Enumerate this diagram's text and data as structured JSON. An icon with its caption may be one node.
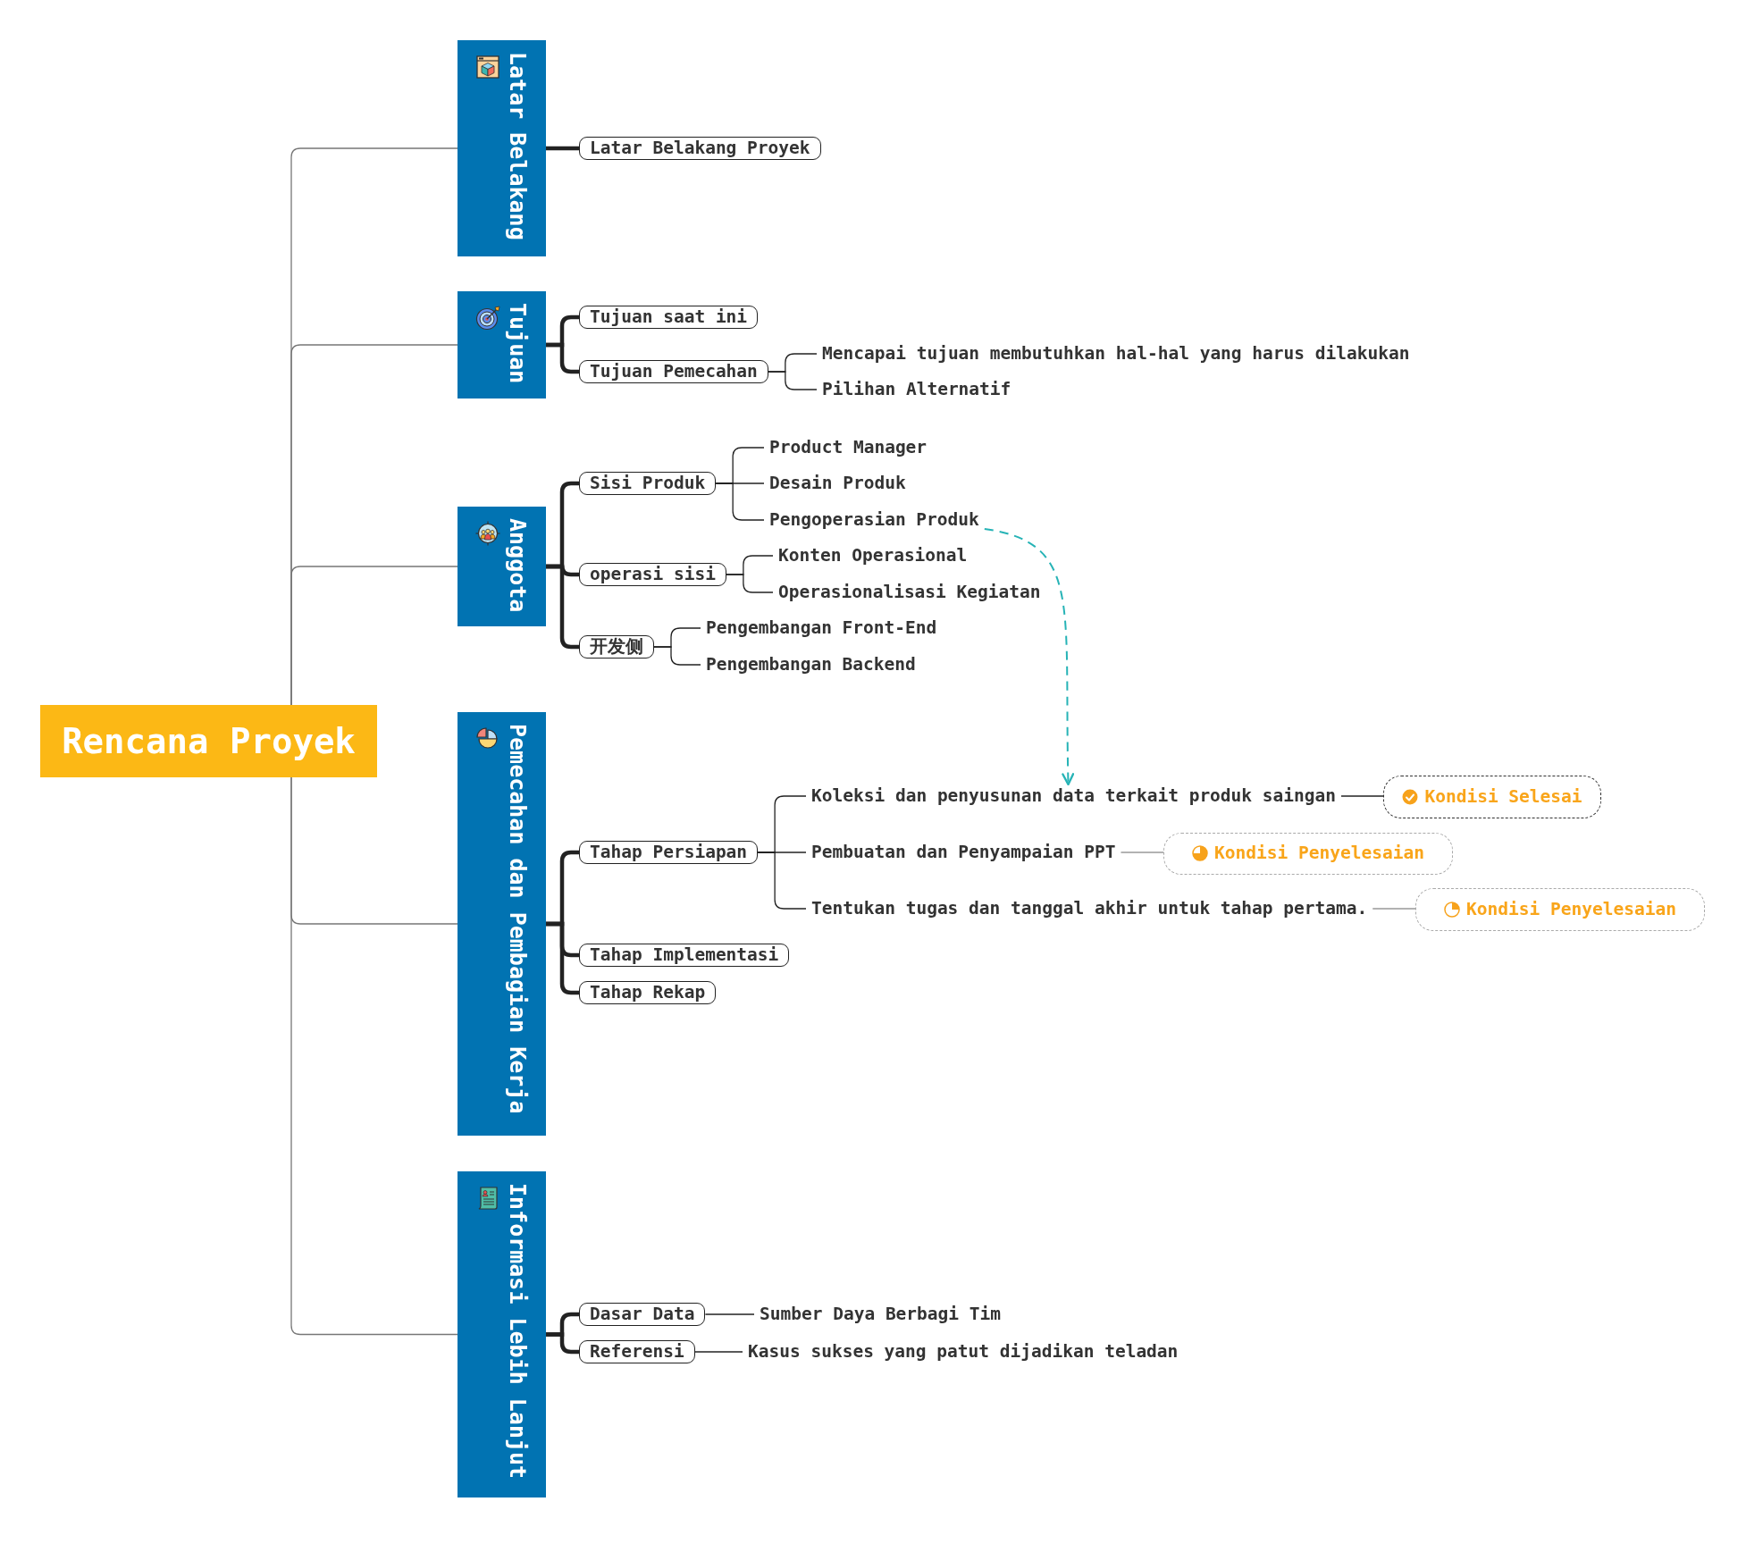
{
  "diagram": {
    "nodes": [
      {
        "text": [
          "Rencana Proyek"
        ]
      },
      {
        "text": [
          "Latar Belakang"
        ]
      },
      {
        "text": [
          "Latar Belakang Proyek"
        ]
      },
      {
        "text": [
          "Tujuan"
        ]
      },
      {
        "text": [
          "Tujuan saat ini"
        ]
      },
      {
        "text": [
          "Tujuan Pemecahan"
        ]
      },
      {
        "text": [
          "Mencapai tujuan membutuhkan hal-hal yang harus dilakukan"
        ]
      },
      {
        "text": [
          "Pilihan Alternatif"
        ]
      },
      {
        "text": [
          "Anggota"
        ]
      },
      {
        "text": [
          "Sisi Produk"
        ]
      },
      {
        "text": [
          "Product Manager"
        ]
      },
      {
        "text": [
          "Desain Produk"
        ]
      },
      {
        "text": [
          "Pengoperasian Produk"
        ]
      },
      {
        "text": [
          "operasi sisi"
        ]
      },
      {
        "text": [
          "Konten Operasional"
        ]
      },
      {
        "text": [
          "Operasionalisasi Kegiatan"
        ]
      },
      {
        "text": [
          "开发侧"
        ]
      },
      {
        "text": [
          "Pengembangan Front-End"
        ]
      },
      {
        "text": [
          "Pengembangan Backend"
        ]
      },
      {
        "text": [
          "Pemecahan dan Pembagian Kerja"
        ]
      },
      {
        "text": [
          "Tahap Persiapan"
        ]
      },
      {
        "text": [
          "Koleksi dan penyusunan data terkait produk saingan"
        ]
      },
      {
        "text": [
          "Kondisi Selesai"
        ]
      },
      {
        "text": [
          "Pembuatan dan Penyampaian PPT"
        ]
      },
      {
        "text": [
          "Kondisi Penyelesaian"
        ]
      },
      {
        "text": [
          "Tentukan tugas dan tanggal akhir untuk tahap pertama."
        ]
      },
      {
        "text": [
          "Kondisi Penyelesaian"
        ]
      },
      {
        "text": [
          "Tahap Implementasi"
        ]
      },
      {
        "text": [
          "Tahap Rekap"
        ]
      },
      {
        "text": [
          "Informasi Lebih Lanjut"
        ]
      },
      {
        "text": [
          "Dasar Data"
        ]
      },
      {
        "text": [
          "Sumber Daya Berbagi Tim"
        ]
      },
      {
        "text": [
          "Referensi"
        ]
      },
      {
        "text": [
          "Kasus sukses yang patut dijadikan teladan"
        ]
      }
    ],
    "edges": [
      {
        "from": 0,
        "to": 1,
        "arrow": "none",
        "color": "#777777"
      },
      {
        "from": 0,
        "to": 3,
        "arrow": "none",
        "color": "#777777"
      },
      {
        "from": 0,
        "to": 8,
        "arrow": "none",
        "color": "#777777"
      },
      {
        "from": 0,
        "to": 19,
        "arrow": "none",
        "color": "#777777"
      },
      {
        "from": 0,
        "to": 29,
        "arrow": "none",
        "color": "#777777"
      },
      {
        "from": 1,
        "to": 2,
        "arrow": "none",
        "style": "thick"
      },
      {
        "from": 3,
        "to": 4,
        "arrow": "none",
        "style": "thick"
      },
      {
        "from": 3,
        "to": 5,
        "arrow": "none",
        "style": "thick"
      },
      {
        "from": 5,
        "to": 6,
        "arrow": "none"
      },
      {
        "from": 5,
        "to": 7,
        "arrow": "none"
      },
      {
        "from": 8,
        "to": 9,
        "arrow": "none",
        "style": "thick"
      },
      {
        "from": 8,
        "to": 13,
        "arrow": "none",
        "style": "thick"
      },
      {
        "from": 8,
        "to": 16,
        "arrow": "none",
        "style": "thick"
      },
      {
        "from": 9,
        "to": 10,
        "arrow": "none"
      },
      {
        "from": 9,
        "to": 11,
        "arrow": "none"
      },
      {
        "from": 9,
        "to": 12,
        "arrow": "none"
      },
      {
        "from": 13,
        "to": 14,
        "arrow": "none"
      },
      {
        "from": 13,
        "to": 15,
        "arrow": "none"
      },
      {
        "from": 16,
        "to": 17,
        "arrow": "none"
      },
      {
        "from": 16,
        "to": 18,
        "arrow": "none"
      },
      {
        "from": 19,
        "to": 20,
        "arrow": "none",
        "style": "thick"
      },
      {
        "from": 19,
        "to": 27,
        "arrow": "none",
        "style": "thick"
      },
      {
        "from": 19,
        "to": 28,
        "arrow": "none",
        "style": "thick"
      },
      {
        "from": 20,
        "to": 21,
        "arrow": "none"
      },
      {
        "from": 20,
        "to": 23,
        "arrow": "none"
      },
      {
        "from": 20,
        "to": 25,
        "arrow": "none"
      },
      {
        "from": 21,
        "to": 22,
        "arrow": "none"
      },
      {
        "from": 23,
        "to": 24,
        "arrow": "none",
        "color": "#999999"
      },
      {
        "from": 25,
        "to": 26,
        "arrow": "none",
        "color": "#999999"
      },
      {
        "from": 29,
        "to": 30,
        "arrow": "none",
        "style": "thick"
      },
      {
        "from": 29,
        "to": 32,
        "arrow": "none",
        "style": "thick"
      },
      {
        "from": 30,
        "to": 31,
        "arrow": "none"
      },
      {
        "from": 32,
        "to": 33,
        "arrow": "none"
      },
      {
        "from": 12,
        "to": 21,
        "arrow": "to",
        "style": "dashed",
        "color": "#26b3b6"
      }
    ]
  }
}
